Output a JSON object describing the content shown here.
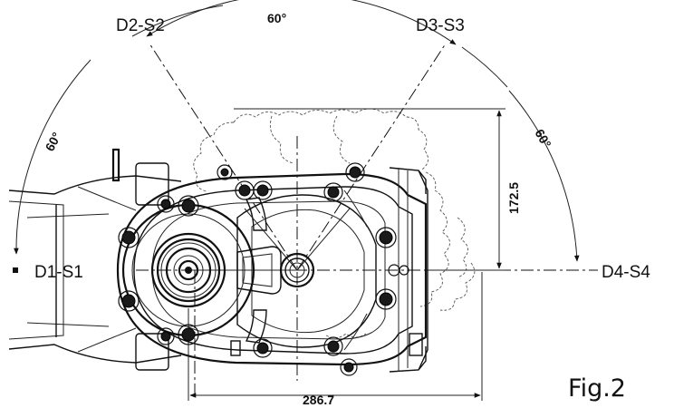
{
  "positions": {
    "d1": "D1-S1",
    "d2": "D2-S2",
    "d3": "D3-S3",
    "d4": "D4-S4"
  },
  "angles": {
    "left": "60°",
    "top": "60°",
    "right": "60°"
  },
  "dimensions": {
    "height": "172.5",
    "width": "286.7"
  },
  "figure_label": "Fig.2"
}
